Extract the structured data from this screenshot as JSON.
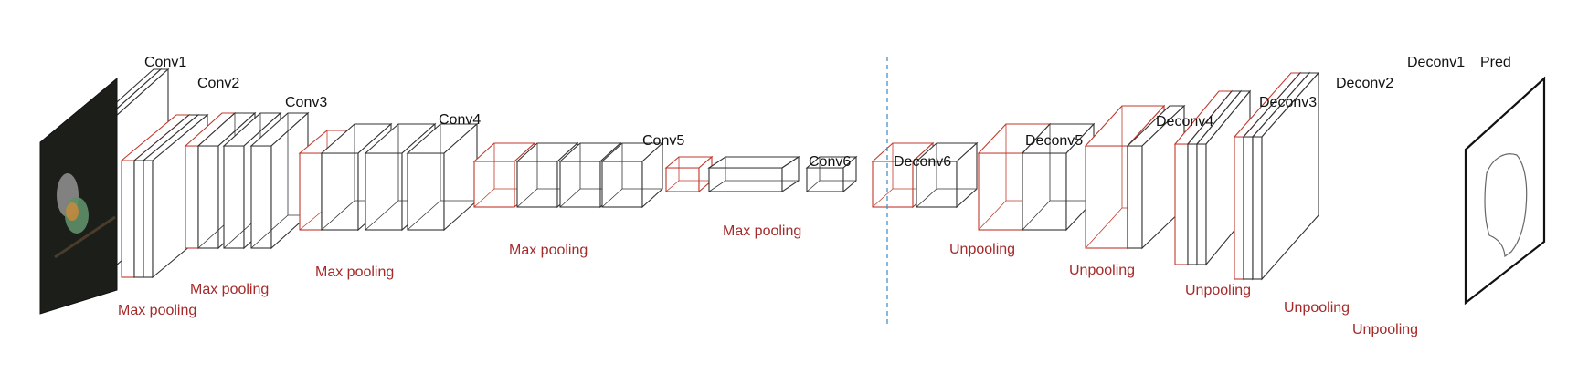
{
  "colors": {
    "conv_stroke": "#333333",
    "pool_stroke": "#c0392b",
    "pool_text": "#a52a2a",
    "divider": "#4a90c8",
    "pred_stroke": "#111111"
  },
  "encoder": {
    "labels": {
      "conv1": "Conv1",
      "conv2": "Conv2",
      "conv3": "Conv3",
      "conv4": "Conv4",
      "conv5": "Conv5",
      "conv6": "Conv6"
    },
    "pool_labels": {
      "pool1": "Max pooling",
      "pool2": "Max pooling",
      "pool3": "Max pooling",
      "pool4": "Max pooling",
      "pool5": "Max pooling"
    }
  },
  "decoder": {
    "labels": {
      "deconv6": "Deconv6",
      "deconv5": "Deconv5",
      "deconv4": "Deconv4",
      "deconv3": "Deconv3",
      "deconv2": "Deconv2",
      "deconv1": "Deconv1",
      "pred": "Pred"
    },
    "unpool_labels": {
      "unpool1": "Unpooling",
      "unpool2": "Unpooling",
      "unpool3": "Unpooling",
      "unpool4": "Unpooling",
      "unpool5": "Unpooling"
    }
  },
  "images": {
    "input": "input-bird-photo",
    "output": "predicted-bird-silhouette"
  }
}
